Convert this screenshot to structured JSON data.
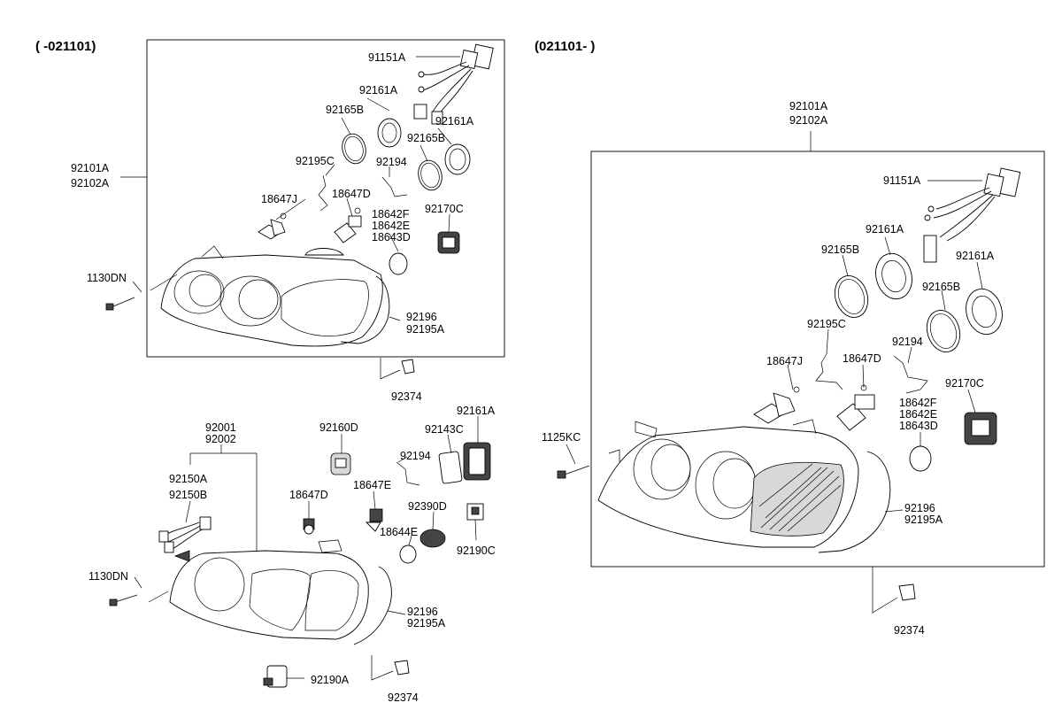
{
  "headers": {
    "left": "( -021101)",
    "right": "(021101- )"
  },
  "left_top": {
    "p91151a": "91151A",
    "p92161a_1": "92161A",
    "p92165b_1": "92165B",
    "p92161a_2": "92161A",
    "p92165b_2": "92165B",
    "p92195c": "92195C",
    "p92194": "92194",
    "p92101a": "92101A",
    "p92102a": "92102A",
    "p18647j": "18647J",
    "p18647d": "18647D",
    "p18642f": "18642F",
    "p18642e": "18642E",
    "p18643d": "18643D",
    "p92170c": "92170C",
    "p1130dn": "1130DN",
    "p92196": "92196",
    "p92195a": "92195A",
    "p92374": "92374"
  },
  "left_bottom": {
    "p92001": "92001",
    "p92002": "92002",
    "p92160d": "92160D",
    "p92143c": "92143C",
    "p92161a": "92161A",
    "p92194": "92194",
    "p92150a": "92150A",
    "p92150b": "92150B",
    "p18647d": "18647D",
    "p18647e": "18647E",
    "p92390d": "92390D",
    "p18644e": "18644E",
    "p92190c": "92190C",
    "p1130dn": "1130DN",
    "p92196": "92196",
    "p92195a": "92195A",
    "p92190a": "92190A",
    "p92374": "92374"
  },
  "right": {
    "p92101a": "92101A",
    "p92102a": "92102A",
    "p91151a": "91151A",
    "p92161a_1": "92161A",
    "p92165b_1": "92165B",
    "p92161a_2": "92161A",
    "p92165b_2": "92165B",
    "p92195c": "92195C",
    "p92194": "92194",
    "p18647j": "18647J",
    "p18647d": "18647D",
    "p92170c": "92170C",
    "p1125kc": "1125KC",
    "p18642f": "18642F",
    "p18642e": "18642E",
    "p18643d": "18643D",
    "p92196": "92196",
    "p92195a": "92195A",
    "p92374": "92374"
  }
}
